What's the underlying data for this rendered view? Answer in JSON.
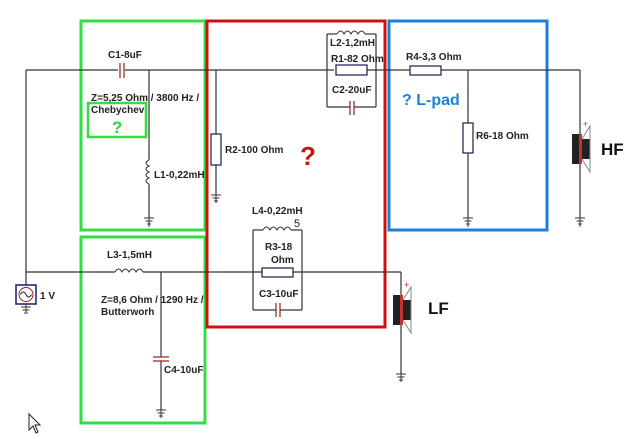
{
  "title": "Two-way speaker crossover schematic",
  "colors": {
    "lowpass_box": "#33dd44",
    "highpass_box": "#33dd44",
    "middle_box": "#cc1111",
    "lpad_box": "#1e7fd8",
    "question_green": "#33cc44",
    "question_red": "#cc1111",
    "lpad_text": "#1e7fd8",
    "capacitor": "#8a2020"
  },
  "source": {
    "label": "1 V",
    "icon": "ac-source-icon"
  },
  "highpass": {
    "c1": "C1-8uF",
    "l1": "L1-0,22mH",
    "spec_line1": "Z=5,25 Ohm / 3800 Hz /",
    "spec_line2": "Chebychev",
    "question": "?"
  },
  "lowpass": {
    "l3": "L3-1,5mH",
    "c4": "C4-10uF",
    "spec_line1": "Z=8,6 Ohm / 1290 Hz /",
    "spec_line2": "Butterworh"
  },
  "middle": {
    "question": "?",
    "r2": "R2-100 Ohm",
    "l2": "L2-1,2mH",
    "r1": "R1-82  Ohm",
    "c2": "C2-20uF",
    "l4": "L4-0,22mH",
    "l4_note": "5",
    "r3_line1": "R3-18",
    "r3_line2": "Ohm",
    "c3": "C3-10uF"
  },
  "lpad": {
    "title": "? L-pad",
    "r4": "R4-3,3 Ohm",
    "r6": "R6-18 Ohm"
  },
  "speakers": {
    "hf": {
      "label": "HF",
      "polarity": "+"
    },
    "lf": {
      "label": "LF",
      "polarity": "+"
    }
  }
}
